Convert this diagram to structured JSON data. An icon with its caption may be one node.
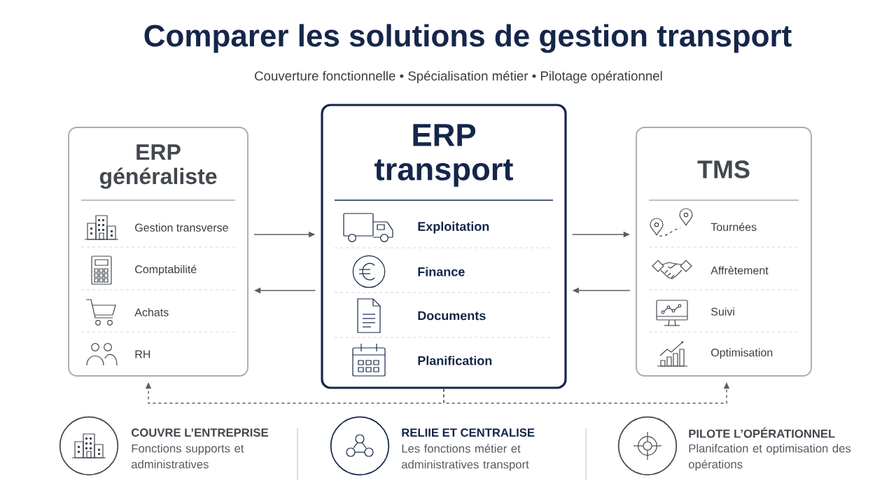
{
  "diagram": {
    "title": "Comparer les solutions de gestion transport",
    "nodes": [
      {
        "text": [
          "ERP généraliste",
          "Gestion transverse",
          "Comptabilité",
          "Achats",
          "RH"
        ]
      },
      {
        "text": [
          "ERP transport",
          "Exploitation",
          "Finance",
          "Documents",
          "Planification"
        ]
      },
      {
        "text": [
          "TMS",
          "Tournées",
          "Affrètement",
          "Suivi",
          "Optimisation"
        ]
      }
    ],
    "edges": [
      {
        "from": 0,
        "to": 1,
        "arrow": "to"
      },
      {
        "from": 1,
        "to": 0,
        "arrow": "to"
      },
      {
        "from": 1,
        "to": 2,
        "arrow": "to"
      },
      {
        "from": 2,
        "to": 1,
        "arrow": "to"
      },
      {
        "from": 1,
        "to": 0,
        "arrow": "to",
        "style": "dashed"
      },
      {
        "from": 1,
        "to": 2,
        "arrow": "to",
        "style": "dashed"
      }
    ],
    "labels": [
      "Couverture fonctionnelle • Spécialisation métier • Pilotage opérationnel",
      "COUVRE L’ENTREPRISE",
      "Fonctions supports et administratives",
      "RELIIE ET CENTRALISE",
      "Les fonctions métier et administratives transport",
      "PILOTE L’OPÉRATIONNEL",
      "Planifcation et optimisation des opérations"
    ]
  }
}
